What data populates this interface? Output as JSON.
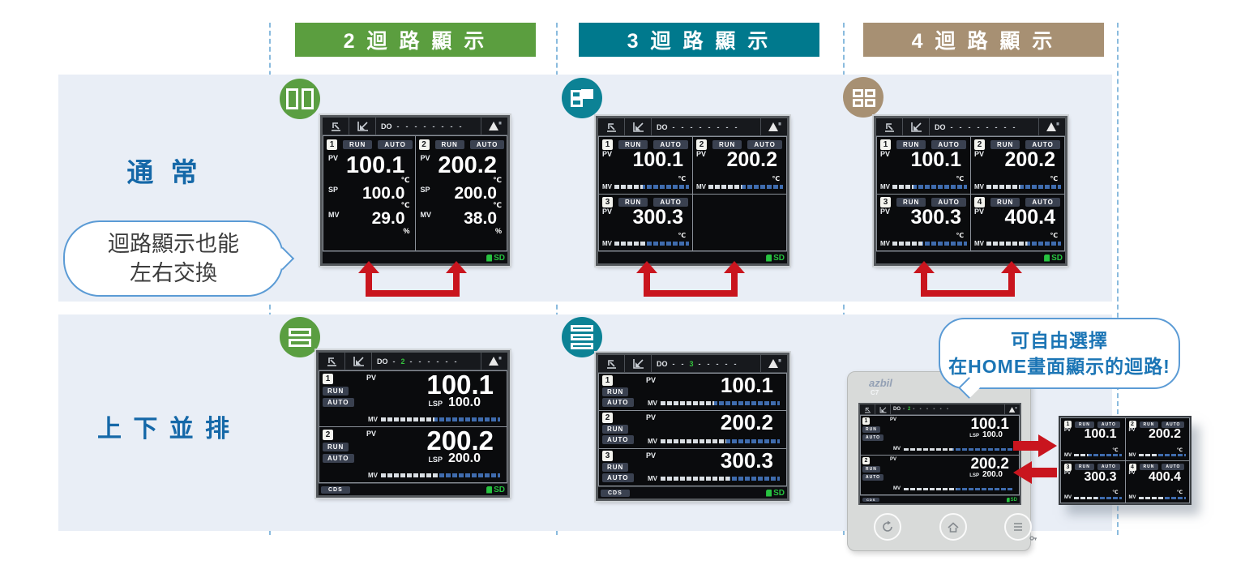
{
  "columns": [
    {
      "header_label": "2 迴 路 顯 示",
      "color": "#5b9e3f"
    },
    {
      "header_label": "3 迴 路 顯 示",
      "color": "#00798d"
    },
    {
      "header_label": "4 迴 路 顯 示",
      "color": "#a79073"
    }
  ],
  "rows": {
    "normal_label": "通 常",
    "stacked_label": "上 下 並 排"
  },
  "bubbles": {
    "swap": {
      "line1": "迴路顯示也能",
      "line2": "左右交換"
    },
    "home": {
      "line1": "可自由選擇",
      "line2": "在HOME畫面顯示的迴路!"
    }
  },
  "labels": {
    "do": "DO",
    "pv": "PV",
    "sp": "SP",
    "mv": "MV",
    "lsp": "LSP",
    "run": "RUN",
    "auto": "AUTO",
    "celsius": "℃",
    "percent": "%",
    "sd": "SD",
    "cds": "CDS"
  },
  "screens": {
    "normal2": {
      "dots": "-  -  -  -  -  -  -  -",
      "loops": [
        {
          "num": "1",
          "pv": "100.1",
          "sp": "100.0",
          "mv": "29.0"
        },
        {
          "num": "2",
          "pv": "200.2",
          "sp": "200.0",
          "mv": "38.0"
        }
      ]
    },
    "normal3": {
      "dots": "-  -  -  -  -  -  -  -",
      "loops": [
        {
          "num": "1",
          "pv": "100.1"
        },
        {
          "num": "2",
          "pv": "200.2"
        },
        {
          "num": "3",
          "pv": "300.3"
        }
      ]
    },
    "normal4": {
      "dots": "-  -  -  -  -  -  -  -",
      "loops": [
        {
          "num": "1",
          "pv": "100.1"
        },
        {
          "num": "2",
          "pv": "200.2"
        },
        {
          "num": "3",
          "pv": "300.3"
        },
        {
          "num": "4",
          "pv": "400.4"
        }
      ]
    },
    "stacked2": {
      "dots_pre": "-",
      "do_num": "2",
      "dots_post": "-  -  -  -  -  -",
      "loops": [
        {
          "num": "1",
          "pv": "100.1",
          "lsp": "100.0"
        },
        {
          "num": "2",
          "pv": "200.2",
          "lsp": "200.0"
        }
      ]
    },
    "stacked3": {
      "dots_pre": "-  -",
      "do_num": "3",
      "dots_post": "-  -  -  -  -",
      "loops": [
        {
          "num": "1",
          "pv": "100.1"
        },
        {
          "num": "2",
          "pv": "200.2"
        },
        {
          "num": "3",
          "pv": "300.3"
        }
      ]
    },
    "mini4": {
      "loops": [
        {
          "num": "1",
          "pv": "100.1"
        },
        {
          "num": "2",
          "pv": "200.2"
        },
        {
          "num": "3",
          "pv": "300.3"
        },
        {
          "num": "4",
          "pv": "400.4"
        }
      ]
    }
  },
  "controller": {
    "brand": "azbil",
    "model": "C7"
  }
}
